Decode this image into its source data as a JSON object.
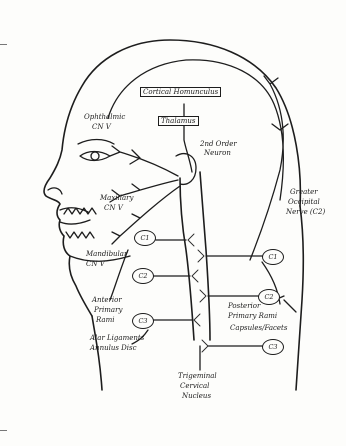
{
  "labels": {
    "cortical_homunculus": "Cortical Homunculus",
    "thalamus": "Thalamus",
    "second_order_neuron": "2nd Order",
    "second_order_neuron_2": "Neuron",
    "ophthalmic_1": "Ophthalmic",
    "ophthalmic_2": "CN V",
    "maxillary_1": "Maxillary",
    "maxillary_2": "CN V",
    "mandibular_1": "Mandibular",
    "mandibular_2": "CN V",
    "greater_occipital_1": "Greater",
    "greater_occipital_2": "Occipital",
    "greater_occipital_3": "Nerve (C2)",
    "anterior_1": "Anterior",
    "anterior_2": "Primary",
    "anterior_3": "Rami",
    "alar_1": "Alar Ligaments",
    "alar_2": "Annulus Disc",
    "posterior_1": "Posterior",
    "posterior_2": "Primary Rami",
    "posterior_3": "Capsules/Facets",
    "trigeminal_1": "Trigeminal",
    "trigeminal_2": "Cervical",
    "trigeminal_3": "Nucleus"
  },
  "nerve_circles": {
    "c1_left": "C1",
    "c2_left": "C2",
    "c3_left": "C3",
    "c1_right": "C1",
    "c2_right": "C2",
    "c3_right": "C3"
  }
}
